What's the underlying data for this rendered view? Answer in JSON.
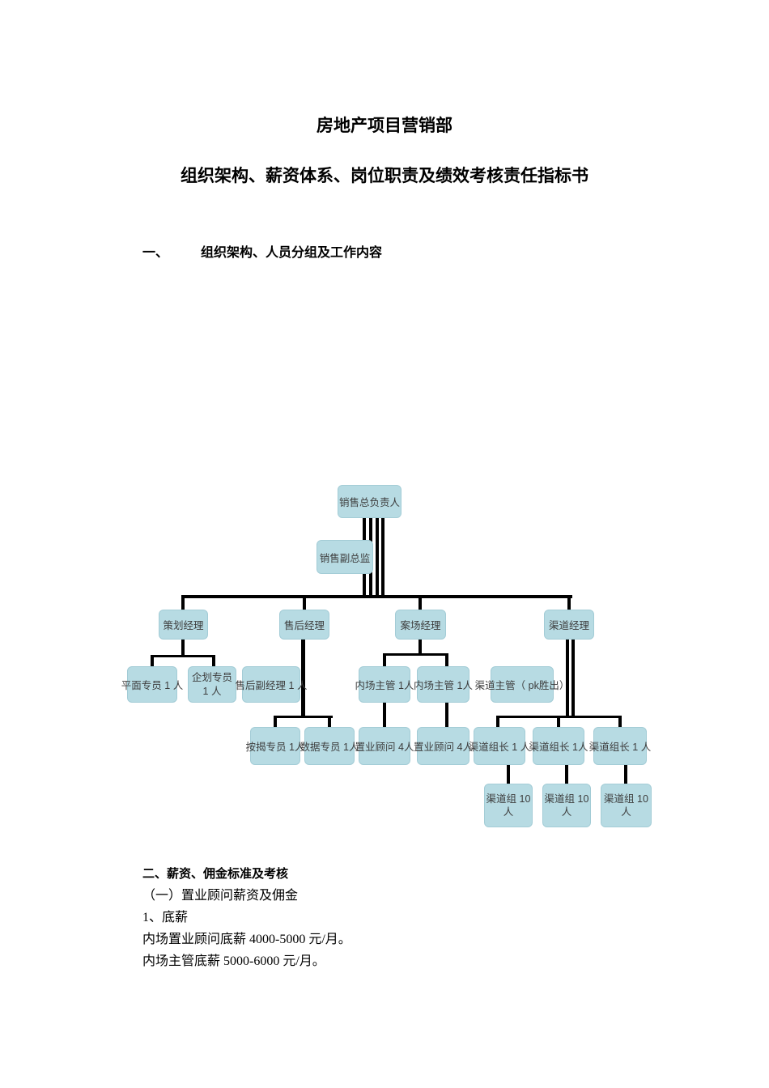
{
  "document": {
    "title_line1": "房地产项目营销部",
    "title_line2": "组织架构、薪资体系、岗位职责及绩效考核责任指标书",
    "section1": {
      "number": "一、",
      "title": "组织架构、人员分组及工作内容"
    },
    "section2": {
      "heading": "二、薪资、佣金标准及考核",
      "sub_heading": "（一）置业顾问薪资及佣金",
      "item_heading": "1、底薪",
      "line1": "内场置业顾问底薪 4000-5000 元/月。",
      "line2": "内场主管底薪 5000-6000 元/月。"
    }
  },
  "orgchart": {
    "box_color": "#b7dbe3",
    "line_color": "#000000",
    "nodes": {
      "root": "销售总负责人",
      "deputy": "销售副总监",
      "mgr_planning": "策划经理",
      "mgr_aftersales": "售后经理",
      "mgr_site": "案场经理",
      "mgr_channel": "渠道经理",
      "spec_graphic": "平面专员 1 人",
      "spec_planning": "企划专员 1 人",
      "aftersales_deputy": "售后副经理 1 人",
      "inside_sup_1": "内场主管 1人",
      "inside_sup_2": "内场主管 1人",
      "channel_sup": "渠道主管（ pk胜出）",
      "spec_mortgage": "按揭专员 1人",
      "spec_data": "数据专员 1人",
      "consultant_1": "置业顾问 4人",
      "consultant_2": "置业顾问 4人",
      "leader_1": "渠道组长 1 人",
      "leader_2": "渠道组长 1人",
      "leader_3": "渠道组长 1 人",
      "group_1": "渠道组 10 人",
      "group_2": "渠道组 10 人",
      "group_3": "渠道组 10 人"
    }
  }
}
